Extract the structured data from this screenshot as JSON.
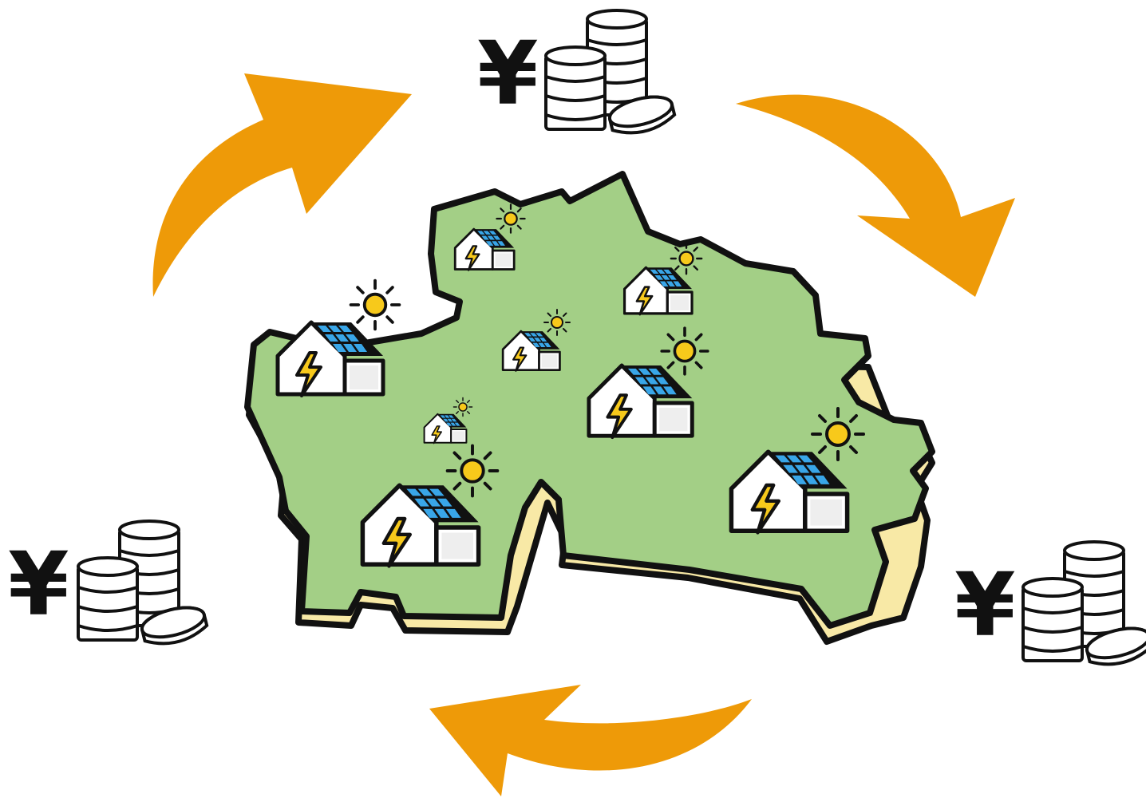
{
  "diagram": {
    "currency_symbol": "¥",
    "colors": {
      "arrow": "#ee9a08",
      "land": "#a3cf86",
      "land_edge": "#f8e9a6",
      "outline": "#111111",
      "solar_panel": "#39a6e8",
      "sun": "#f7c91b",
      "bolt": "#f7c91b",
      "coin": "#ffffff"
    },
    "icons": [
      "yen-coins-icon",
      "circular-arrow-icon",
      "solar-house-icon",
      "sun-icon",
      "lightning-bolt-icon",
      "region-map-icon"
    ],
    "coin_stacks": [
      {
        "id": "top"
      },
      {
        "id": "left"
      },
      {
        "id": "right"
      }
    ],
    "arrows": [
      {
        "id": "top-left"
      },
      {
        "id": "top-right"
      },
      {
        "id": "bottom"
      }
    ],
    "solar_houses": 8
  }
}
